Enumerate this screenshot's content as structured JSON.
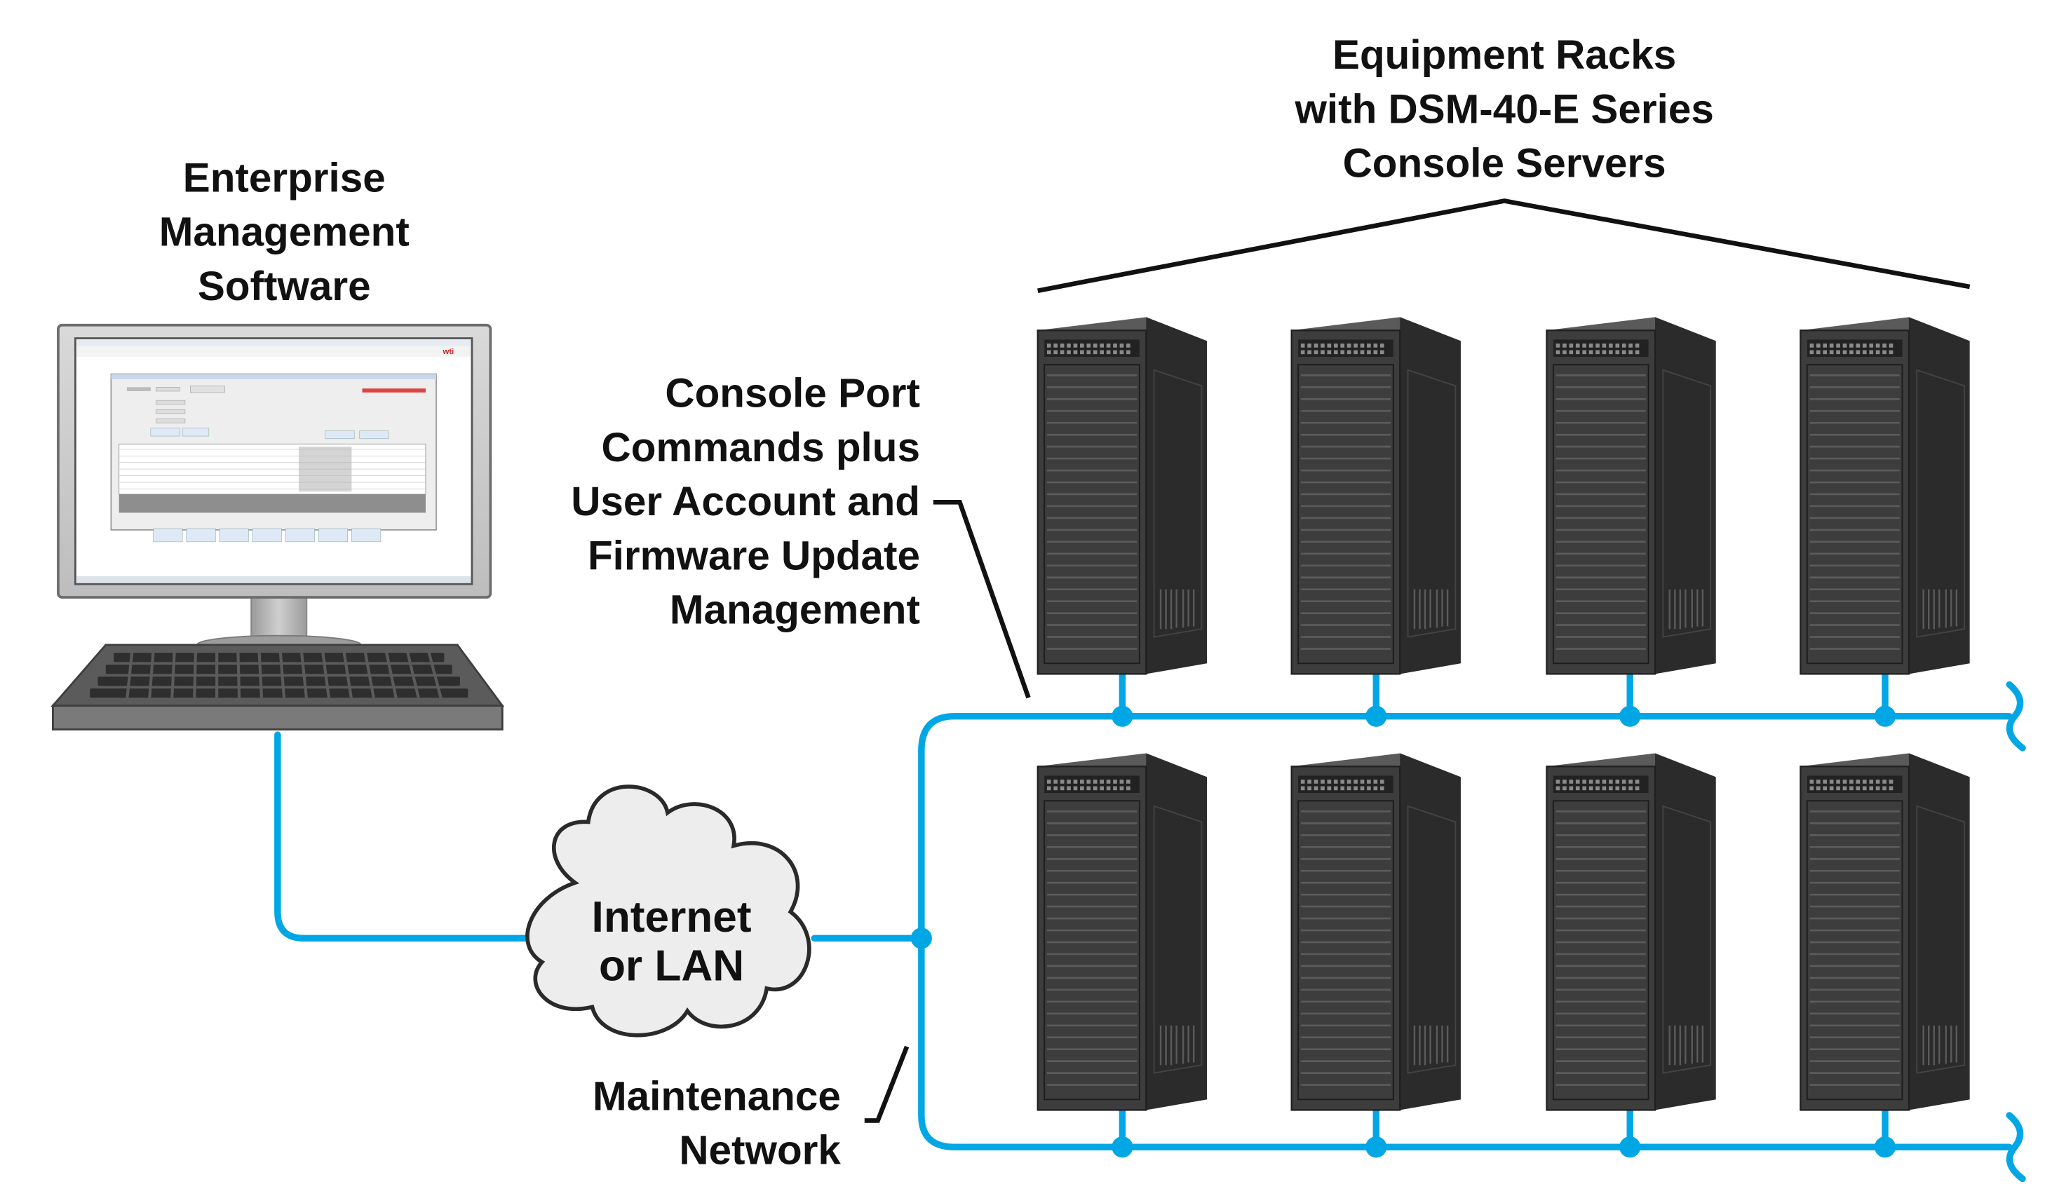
{
  "labels": {
    "ems": [
      "Enterprise",
      "Management",
      "Software"
    ],
    "racks": [
      "Equipment Racks",
      "with DSM-40-E Series",
      "Console Servers"
    ],
    "console": [
      "Console Port",
      "Commands plus",
      "User Account and",
      "Firmware Update",
      "Management"
    ],
    "cloud": [
      "Internet",
      "or LAN"
    ],
    "maintenance": [
      "Maintenance",
      "Network"
    ]
  },
  "colors": {
    "network_line": "#00a7e4",
    "rack_front": "#3c3c3c",
    "rack_side": "#2a2a2a",
    "rack_top": "#5a5a5a",
    "text": "#111111"
  },
  "icons": [
    "monitor-icon",
    "keyboard-icon",
    "cloud-icon",
    "server-rack-icon"
  ]
}
